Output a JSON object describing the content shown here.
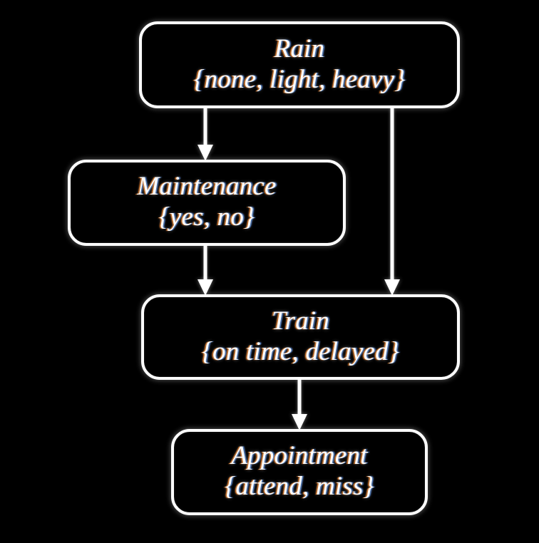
{
  "diagram": {
    "type": "causal-graph",
    "title": "Rain / Maintenance / Train / Appointment causal graph",
    "background_color": "#000000",
    "node_border_color": "#ffffff",
    "edge_color": "#ffffff",
    "text_color": "#ffffff",
    "nodes": [
      {
        "id": "rain",
        "label": "Rain",
        "states": "{none, light, heavy}",
        "state_values": [
          "none",
          "light",
          "heavy"
        ]
      },
      {
        "id": "maintenance",
        "label": "Maintenance",
        "states": "{yes, no}",
        "state_values": [
          "yes",
          "no"
        ]
      },
      {
        "id": "train",
        "label": "Train",
        "states": "{on time, delayed}",
        "state_values": [
          "on time",
          "delayed"
        ]
      },
      {
        "id": "appointment",
        "label": "Appointment",
        "states": "{attend, miss}",
        "state_values": [
          "attend",
          "miss"
        ]
      }
    ],
    "edges": [
      {
        "id": "rain-maintenance",
        "from": "Rain",
        "to": "Maintenance",
        "arrowhead": "solid-triangle"
      },
      {
        "id": "rain-train",
        "from": "Rain",
        "to": "Train",
        "arrowhead": "solid-triangle"
      },
      {
        "id": "maintenance-train",
        "from": "Maintenance",
        "to": "Train",
        "arrowhead": "solid-triangle"
      },
      {
        "id": "train-appointment",
        "from": "Train",
        "to": "Appointment",
        "arrowhead": "solid-triangle"
      }
    ]
  }
}
